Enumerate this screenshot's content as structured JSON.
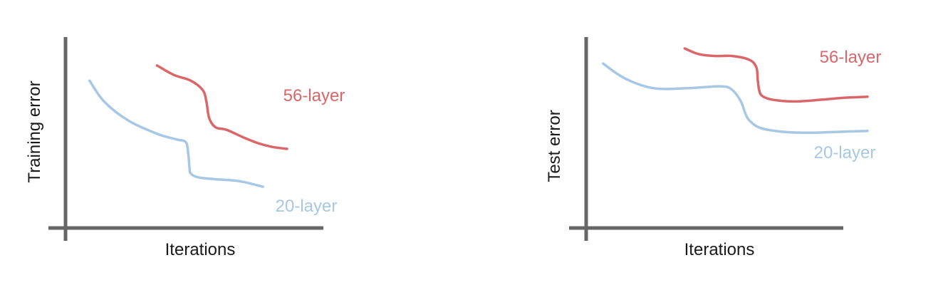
{
  "chart_data": [
    {
      "type": "line",
      "title": "",
      "xlabel": "Iterations",
      "ylabel": "Training error",
      "xlim": [
        0,
        100
      ],
      "ylim": [
        0,
        100
      ],
      "grid": false,
      "colors": {
        "axis": "#666666",
        "56-layer": "#d9676a",
        "20-layer": "#a7c8e4"
      },
      "series": [
        {
          "name": "56-layer",
          "x": [
            38,
            45,
            52,
            57,
            58.5,
            59.5,
            61,
            63,
            67,
            74,
            80,
            86,
            92
          ],
          "y": [
            85,
            80,
            77,
            72,
            66,
            58,
            54,
            52,
            51,
            47,
            44,
            42,
            41
          ]
        },
        {
          "name": "20-layer",
          "x": [
            10,
            16,
            26,
            38,
            46,
            50,
            51,
            51.5,
            52,
            55,
            62,
            72,
            82
          ],
          "y": [
            77,
            66,
            56,
            49,
            46,
            44.5,
            38,
            31,
            28,
            26,
            25,
            24,
            21
          ]
        }
      ]
    },
    {
      "type": "line",
      "title": "",
      "xlabel": "Iterations",
      "ylabel": "Test error",
      "xlim": [
        0,
        100
      ],
      "ylim": [
        0,
        100
      ],
      "grid": false,
      "colors": {
        "axis": "#666666",
        "56-layer": "#d9676a",
        "20-layer": "#a7c8e4"
      },
      "series": [
        {
          "name": "56-layer",
          "x": [
            35,
            40,
            46,
            52,
            58,
            60.5,
            61,
            61.5,
            62.5,
            66,
            74,
            84,
            92,
            100
          ],
          "y": [
            94,
            91,
            90,
            90,
            88,
            84,
            77,
            72,
            69,
            67,
            66,
            67,
            68,
            68.5
          ]
        },
        {
          "name": "20-layer",
          "x": [
            6,
            14,
            24,
            36,
            48,
            52,
            55,
            56.5,
            58,
            62,
            70,
            80,
            90,
            100
          ],
          "y": [
            86,
            78,
            73,
            73,
            74,
            72,
            66,
            60,
            56,
            52,
            50,
            49.5,
            50,
            50.5
          ]
        }
      ]
    }
  ]
}
